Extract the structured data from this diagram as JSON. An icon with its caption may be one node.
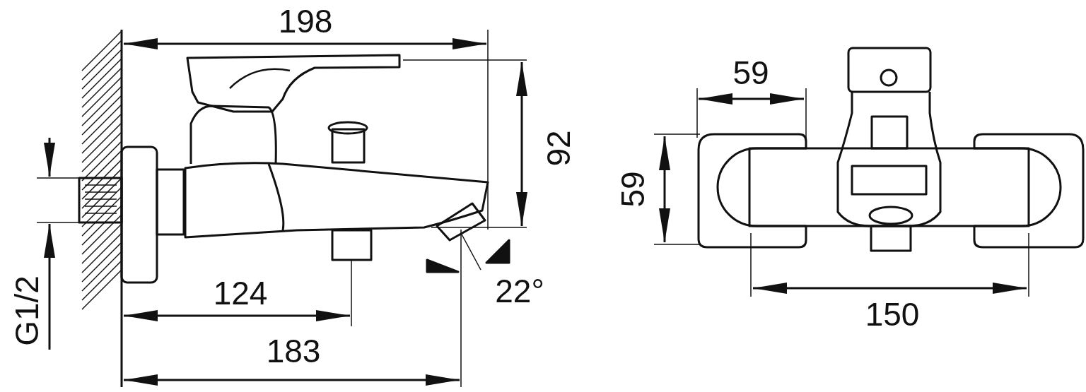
{
  "diagram": {
    "labels": [
      "198",
      "59",
      "92",
      "59",
      "G1/2",
      "124",
      "22°",
      "150",
      "183"
    ]
  }
}
